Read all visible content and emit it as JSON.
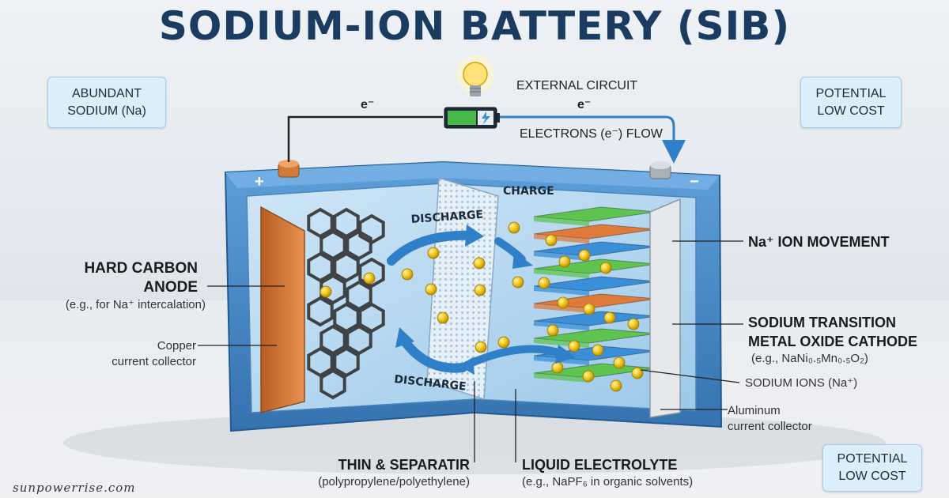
{
  "title": "SODIUM-ION BATTERY (SIB)",
  "callouts": {
    "abundant": [
      "ABUNDANT",
      "SODIUM (Na)"
    ],
    "cost_top": [
      "POTENTIAL",
      "LOW COST"
    ],
    "cost_bottom": [
      "POTENTIAL",
      "LOW COST"
    ]
  },
  "circuit": {
    "external": "EXTERNAL CIRCUIT",
    "electron_left": "e⁻",
    "electron_right": "e⁻",
    "flow": "ELECTRONS (e⁻) FLOW",
    "plus": "+",
    "minus": "−"
  },
  "arrows": {
    "charge": "CHARGE",
    "discharge_top": "DISCHARGE",
    "discharge_bottom": "DISCHARGE"
  },
  "labels": {
    "anode_title_1": "HARD CARBON",
    "anode_title_2": "ANODE",
    "anode_sub": "(e.g., for Na⁺ intercalation)",
    "copper_1": "Copper",
    "copper_2": "current collector",
    "ion_movement": "Na⁺ ION MOVEMENT",
    "cathode_1": "SODIUM TRANSITION",
    "cathode_2": "METAL OXIDE CATHODE",
    "cathode_sub": "(e.g., NaNi₀.₅Mn₀.₅O₂)",
    "sodium_ions": "SODIUM IONS (Na⁺)",
    "aluminum_1": "Aluminum",
    "aluminum_2": "current collector",
    "separator_1": "THIN & SEPARATIR",
    "separator_2": "(polypropylene/polyethylene)",
    "electrolyte_1": "LIQUID ELECTROLYTE",
    "electrolyte_2": "(e.g., NaPF₆ in organic solvents)"
  },
  "watermark": "sunpowerrise.com",
  "colors": {
    "title": "#1a3c61",
    "casing": "#4a8ccc",
    "copper": "#d77a36",
    "cathode_green": "#5fc44f",
    "cathode_blue": "#3a8fd8",
    "ion": "#f1c21b",
    "flow_arrow": "#2f80c9"
  }
}
